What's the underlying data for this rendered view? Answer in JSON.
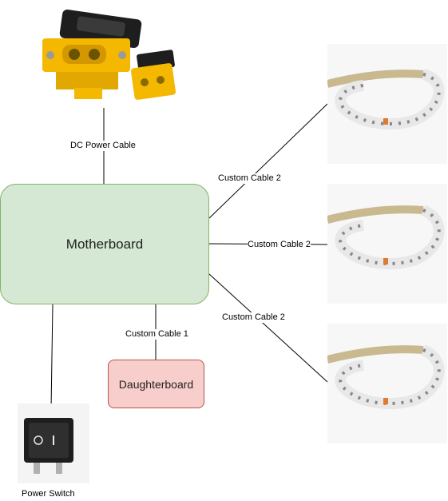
{
  "nodes": {
    "motherboard": {
      "label": "Motherboard",
      "fill": "#d5e8d4",
      "stroke": "#82b366"
    },
    "daughterboard": {
      "label": "Daughterboard",
      "fill": "#f8cecc",
      "stroke": "#b85450"
    },
    "power_switch": {
      "label": "Power Switch"
    },
    "dc_connector": {
      "icon": "dc-power-connector-photo"
    },
    "led_strips": [
      {
        "icon": "led-strip-photo"
      },
      {
        "icon": "led-strip-photo"
      },
      {
        "icon": "led-strip-photo"
      }
    ]
  },
  "edges": {
    "dc_power": "DC Power Cable",
    "custom_1": "Custom Cable 1",
    "custom_2_top": "Custom Cable 2",
    "custom_2_mid": "Custom Cable 2",
    "custom_2_bottom": "Custom Cable 2"
  },
  "colors": {
    "connector_yellow": "#f5b800",
    "connector_black": "#1e1e1e",
    "strip_white": "#e8e8e8",
    "strip_tape": "#c8b98f"
  }
}
